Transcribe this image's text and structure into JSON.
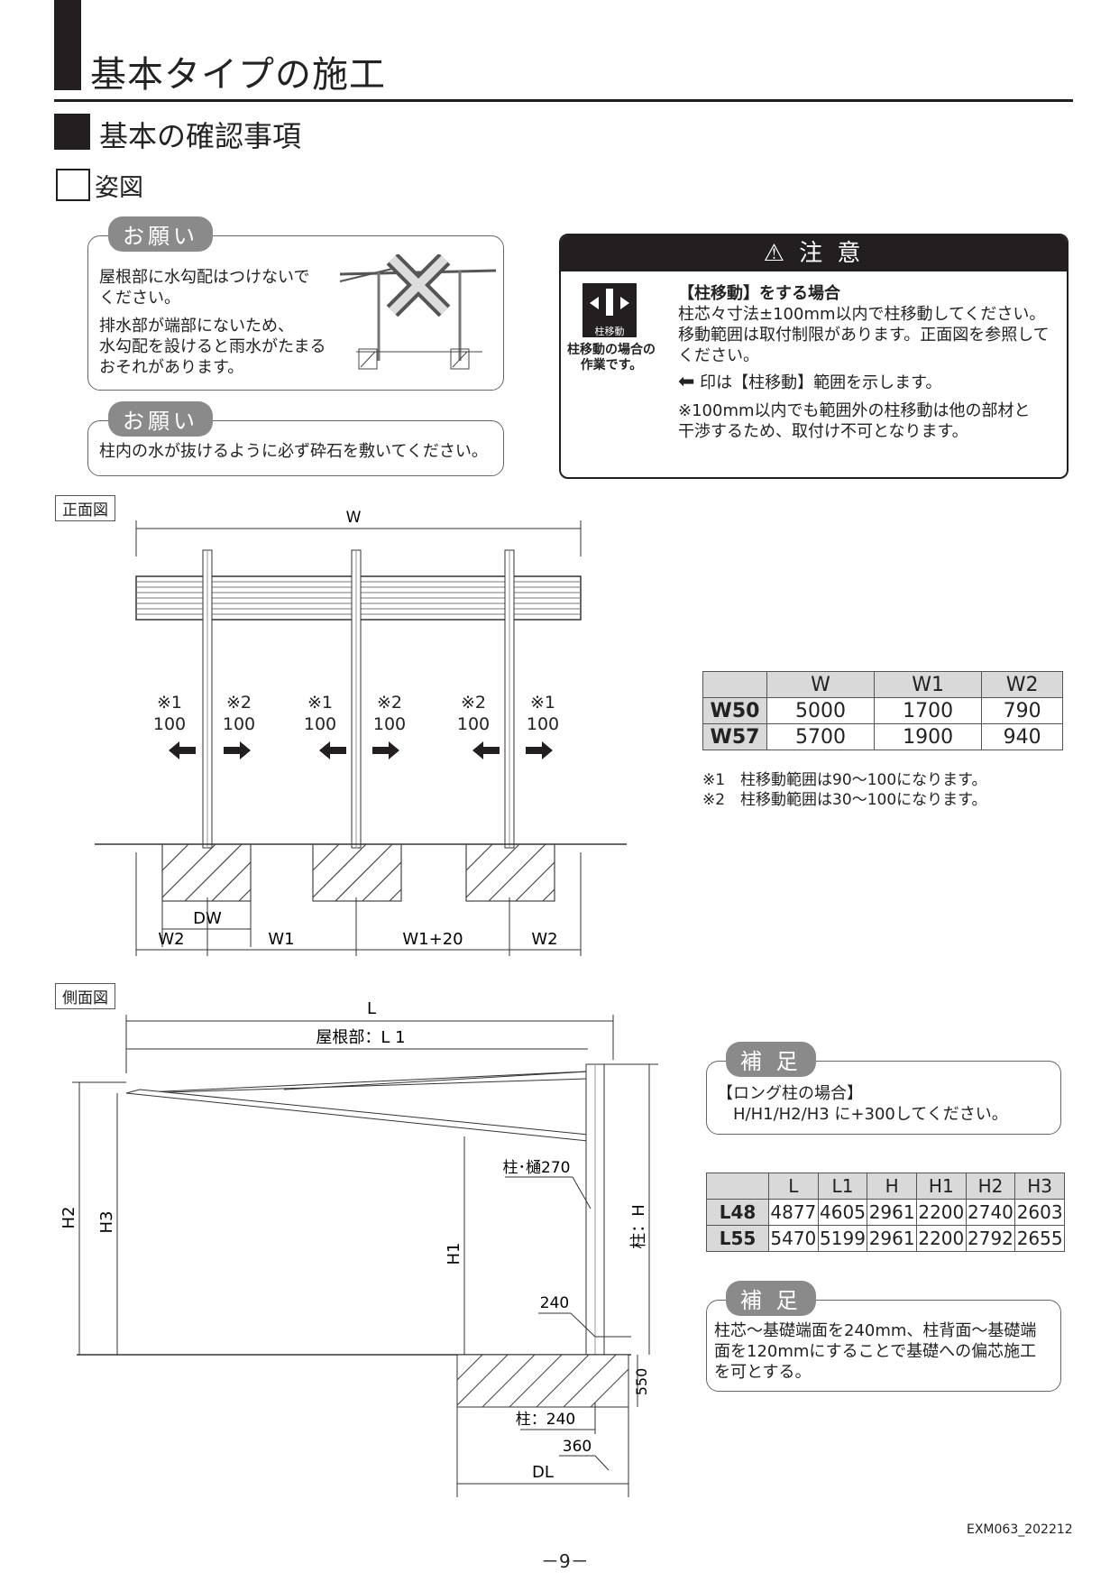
{
  "header": {
    "title": "基本タイプの施工",
    "section": "基本の確認事項",
    "subsection": "姿図"
  },
  "request1": {
    "label": "お願い",
    "line1": "屋根部に水勾配はつけないで",
    "line2": "ください。",
    "line3": "排水部が端部にないため、",
    "line4": "水勾配を設けると雨水がたまる",
    "line5": "おそれがあります。"
  },
  "request2": {
    "label": "お願い",
    "text": "柱内の水が抜けるように必ず砕石を敷いてください。"
  },
  "caution": {
    "title": "注 意",
    "icon_label": "柱移動",
    "icon_caption1": "柱移動の場合の",
    "icon_caption2": "作業です。",
    "heading": "【柱移動】をする場合",
    "body1": "柱芯々寸法±100mm以内で柱移動してください。",
    "body2": "移動範囲は取付制限があります。正面図を参照して",
    "body3": "ください。",
    "arrow_text": "印は【柱移動】範囲を示します。",
    "note1": "※100mm以内でも範囲外の柱移動は他の部材と",
    "note2": "干渉するため、取付け不可となります。"
  },
  "front_view": {
    "label": "正面図",
    "dim_W": "W",
    "marks": [
      "※1",
      "※2",
      "※1",
      "※2",
      "※2",
      "※1"
    ],
    "values": [
      "100",
      "100",
      "100",
      "100",
      "100",
      "100"
    ],
    "dim_DW": "DW",
    "bottom_dims": [
      "W2",
      "W1",
      "W1+20",
      "W2"
    ]
  },
  "width_table": {
    "headers": [
      "",
      "W",
      "W1",
      "W2"
    ],
    "rows": [
      {
        "model": "W50",
        "values": [
          "5000",
          "1700",
          "790"
        ]
      },
      {
        "model": "W57",
        "values": [
          "5700",
          "1900",
          "940"
        ]
      }
    ],
    "note1": "※1　柱移動範囲は90～100になります。",
    "note2": "※2　柱移動範囲は30～100になります。"
  },
  "side_view": {
    "label": "側面図",
    "dim_L": "L",
    "dim_L1": "屋根部：L 1",
    "dim_H2": "H2",
    "dim_H3": "H3",
    "dim_H1": "H1",
    "dim_H": "柱：H",
    "dim_gutter": "柱･樋270",
    "dim_240": "240",
    "dim_550": "550",
    "dim_post240": "柱：240",
    "dim_360": "360",
    "dim_DL": "DL"
  },
  "supplement1": {
    "label": "補 足",
    "line1": "【ロング柱の場合】",
    "line2": "H/H1/H2/H3 に+300してください。"
  },
  "length_table": {
    "headers": [
      "",
      "L",
      "L1",
      "H",
      "H1",
      "H2",
      "H3"
    ],
    "rows": [
      {
        "model": "L48",
        "values": [
          "4877",
          "4605",
          "2961",
          "2200",
          "2740",
          "2603"
        ]
      },
      {
        "model": "L55",
        "values": [
          "5470",
          "5199",
          "2961",
          "2200",
          "2792",
          "2655"
        ]
      }
    ]
  },
  "supplement2": {
    "label": "補 足",
    "line1": "柱芯～基礎端面を240mm、柱背面～基礎端",
    "line2": "面を120mmにすることで基礎への偏芯施工",
    "line3": "を可とする。"
  },
  "footer": {
    "doc_code": "EXM063_202212",
    "page": "－9－"
  }
}
